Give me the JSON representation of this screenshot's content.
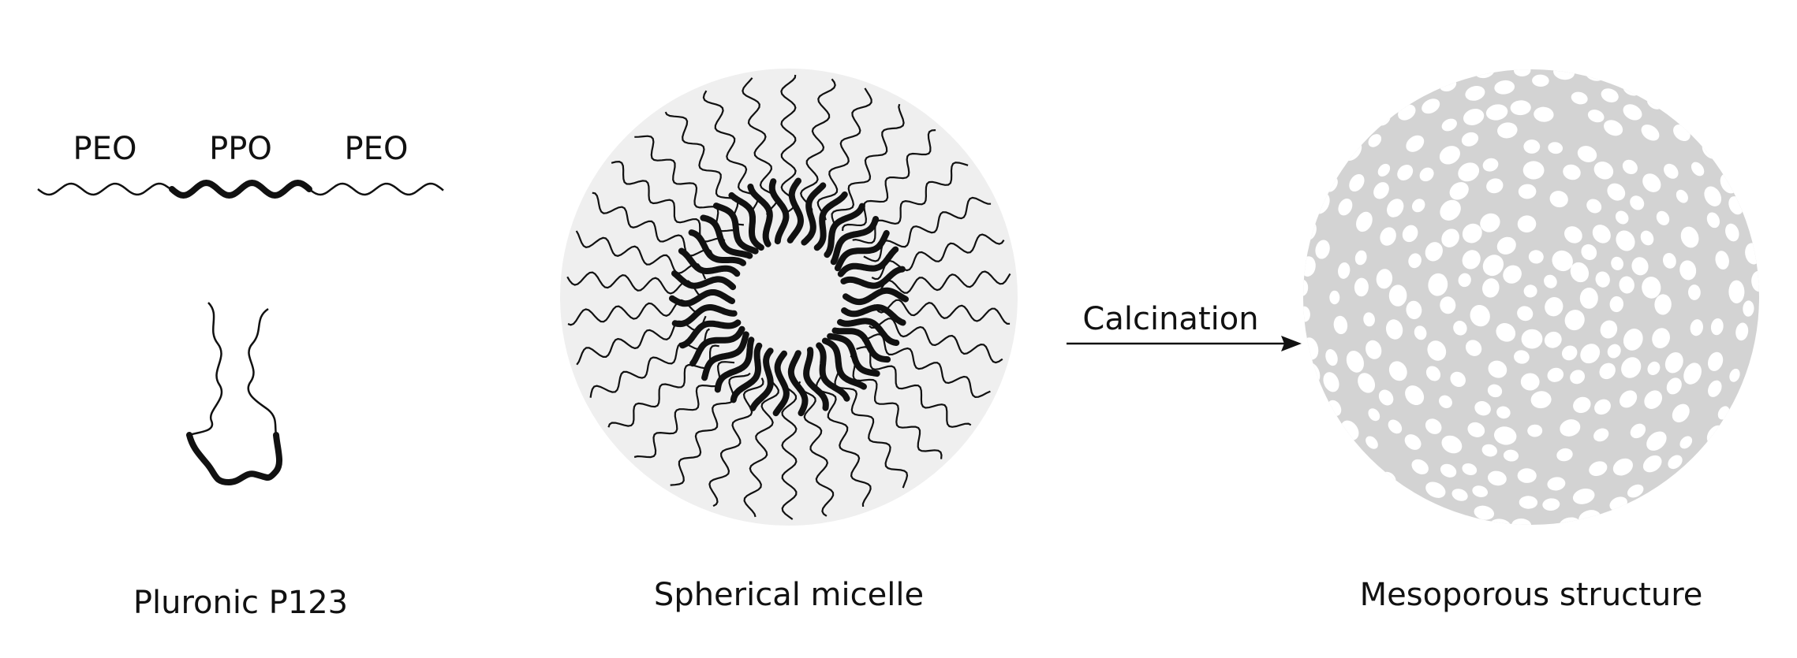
{
  "polymer": {
    "segment_labels": [
      "PEO",
      "PPO",
      "PEO"
    ],
    "caption": "Pluronic P123"
  },
  "micelle": {
    "caption": "Spherical micelle"
  },
  "arrow": {
    "label": "Calcination"
  },
  "product": {
    "caption": "Mesoporous structure"
  },
  "colors": {
    "ink": "#111111",
    "micelle_background": "#efefef",
    "mesoporous_fill": "#d3d3d3",
    "pore": "#ffffff"
  }
}
